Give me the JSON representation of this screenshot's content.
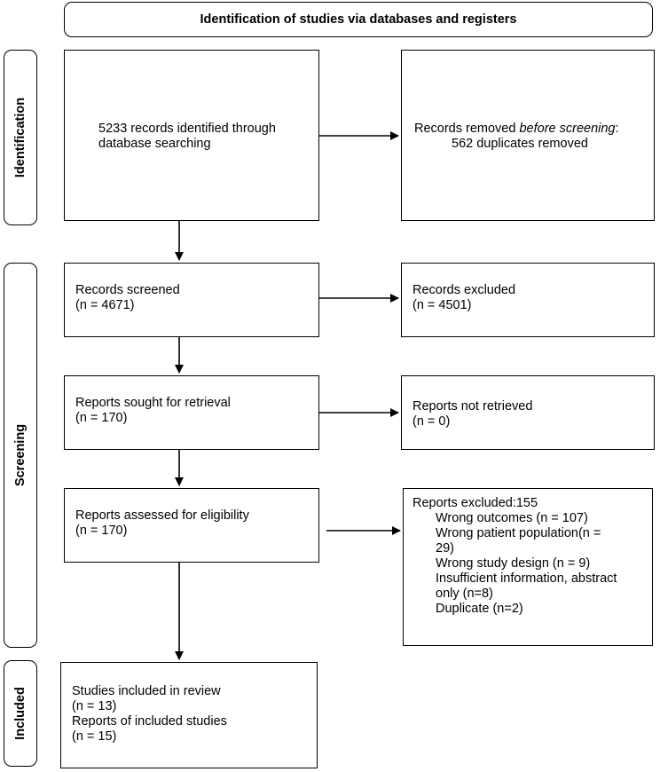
{
  "header": {
    "title": "Identification of studies via databases and registers"
  },
  "phases": {
    "identification": "Identification",
    "screening": "Screening",
    "included": "Included"
  },
  "boxes": {
    "identified": {
      "line1": "5233 records identified through",
      "line2": "database searching"
    },
    "removed": {
      "prefix": "Records removed ",
      "emphasis": "before screening",
      "suffix": ":",
      "detail": "562 duplicates removed"
    },
    "screened": {
      "line1": "Records screened",
      "line2": "(n = 4671)"
    },
    "excluded": {
      "line1": "Records excluded",
      "line2": "(n = 4501)"
    },
    "sought": {
      "line1": "Reports sought for retrieval",
      "line2": "(n = 170)"
    },
    "not_retrieved": {
      "line1": "Reports not retrieved",
      "line2": "(n = 0)"
    },
    "assessed": {
      "line1": "Reports assessed for eligibility",
      "line2": "(n = 170)"
    },
    "reports_excluded": {
      "title": "Reports excluded:155",
      "reasons": [
        "Wrong outcomes (n = 107)",
        "Wrong patient population(n =",
        "29)",
        "Wrong study design (n = 9)",
        "Insufficient information, abstract",
        "only (n=8)",
        "Duplicate (n=2)"
      ]
    },
    "included": {
      "line1": "Studies included in review",
      "line2": "(n = 13)",
      "line3": "Reports of included studies",
      "line4": "(n = 15)"
    }
  }
}
